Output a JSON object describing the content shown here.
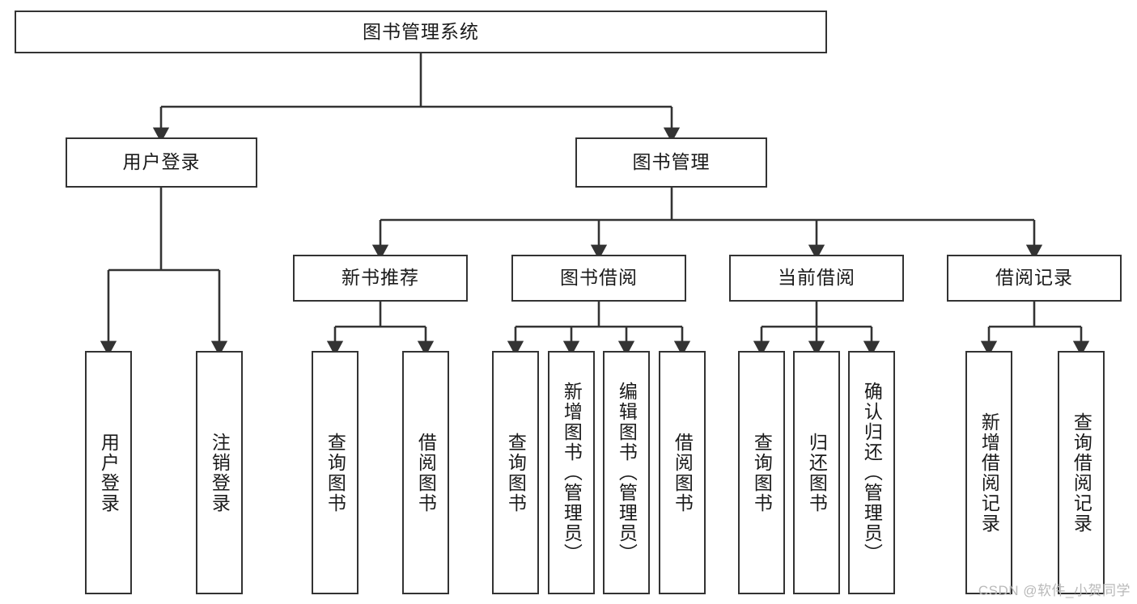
{
  "diagram": {
    "type": "tree",
    "title": "图书管理系统",
    "watermark": "CSDN @软件_小贺同学",
    "colors": {
      "stroke": "#333333",
      "fill": "#ffffff",
      "text": "#1a1a1a",
      "watermark": "#b9b9b9"
    },
    "nodes": {
      "root": {
        "label": "图书管理系统",
        "orientation": "horizontal"
      },
      "level2": [
        {
          "label": "用户登录",
          "orientation": "horizontal"
        },
        {
          "label": "图书管理",
          "orientation": "horizontal"
        }
      ],
      "level3": [
        {
          "label": "新书推荐",
          "orientation": "horizontal"
        },
        {
          "label": "图书借阅",
          "orientation": "horizontal"
        },
        {
          "label": "当前借阅",
          "orientation": "horizontal"
        },
        {
          "label": "借阅记录",
          "orientation": "horizontal"
        }
      ],
      "leaves": {
        "user_login": [
          {
            "label": "用户登录",
            "orientation": "vertical"
          },
          {
            "label": "注销登录",
            "orientation": "vertical"
          }
        ],
        "new_book_recommend": [
          {
            "label": "查询图书",
            "orientation": "vertical"
          },
          {
            "label": "借阅图书",
            "orientation": "vertical"
          }
        ],
        "book_borrow": [
          {
            "label": "查询图书",
            "orientation": "vertical"
          },
          {
            "label": "新增图书（管理员）",
            "orientation": "vertical"
          },
          {
            "label": "编辑图书（管理员）",
            "orientation": "vertical"
          },
          {
            "label": "借阅图书",
            "orientation": "vertical"
          }
        ],
        "current_borrow": [
          {
            "label": "查询图书",
            "orientation": "vertical"
          },
          {
            "label": "归还图书",
            "orientation": "vertical"
          },
          {
            "label": "确认归还（管理员）",
            "orientation": "vertical"
          }
        ],
        "borrow_record": [
          {
            "label": "新增借阅记录",
            "orientation": "vertical"
          },
          {
            "label": "查询借阅记录",
            "orientation": "vertical"
          }
        ]
      }
    }
  }
}
